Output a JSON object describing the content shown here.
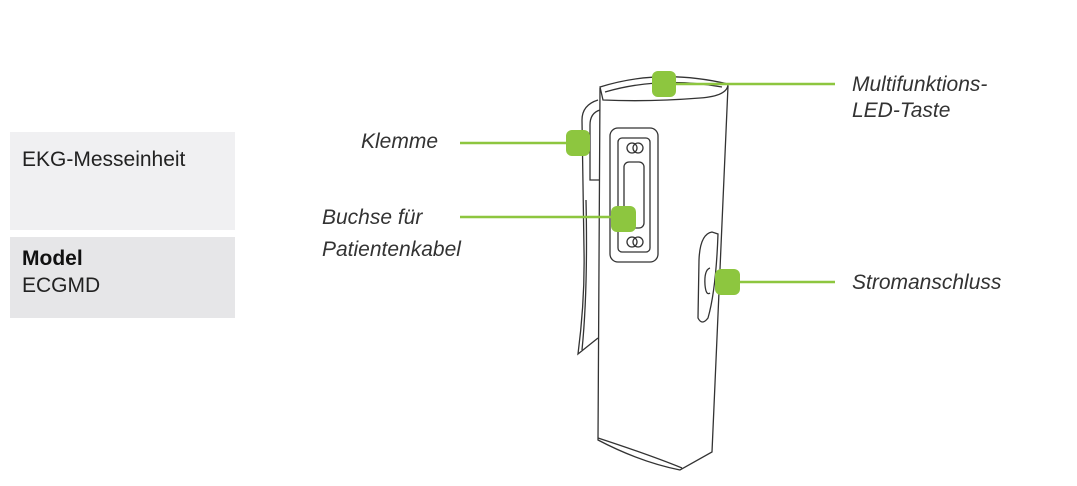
{
  "info_panel": {
    "device_name": "EKG-Messeinheit",
    "model_label": "Model",
    "model_value": "ECGMD"
  },
  "callouts": {
    "led_button": {
      "line1": "Multifunktions-",
      "line2": "LED-Taste"
    },
    "clip": {
      "label": "Klemme"
    },
    "cable_socket": {
      "line1": "Buchse für",
      "line2": "Patientenkabel"
    },
    "power_port": {
      "label": "Stromanschluss"
    }
  },
  "colors": {
    "accent_green": "#8dc63f",
    "outline": "#333333",
    "panel_light": "#f0f0f2",
    "panel_dark": "#e6e6e8"
  }
}
